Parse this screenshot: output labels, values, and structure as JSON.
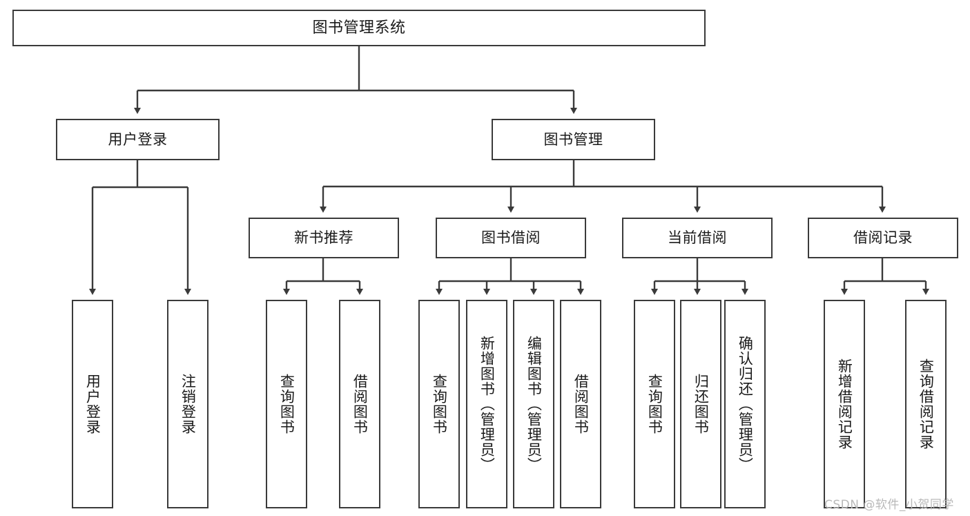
{
  "diagram": {
    "title": "图书管理系统",
    "type": "tree-flowchart",
    "watermark": "CSDN @软件_小贺同学",
    "colors": {
      "box_border": "#3a3a3a",
      "box_fill": "#ffffff",
      "edge": "#3a3a3a",
      "text": "#1a1a1a",
      "watermark": "#b9b9b9"
    },
    "nodes": {
      "root": {
        "label": "图书管理系统"
      },
      "level2": [
        {
          "id": "user-login",
          "label": "用户登录"
        },
        {
          "id": "book-manage",
          "label": "图书管理"
        }
      ],
      "level3": [
        {
          "id": "new-book-recommend",
          "label": "新书推荐"
        },
        {
          "id": "book-borrow",
          "label": "图书借阅"
        },
        {
          "id": "current-borrow",
          "label": "当前借阅"
        },
        {
          "id": "borrow-record",
          "label": "借阅记录"
        }
      ],
      "leaves": {
        "user_login": [
          {
            "id": "leaf-user-login",
            "label": "用户登录"
          },
          {
            "id": "leaf-logout-login",
            "label": "注销登录"
          }
        ],
        "new_book_recommend": [
          {
            "id": "leaf-query-book-1",
            "label": "查询图书"
          },
          {
            "id": "leaf-borrow-book-1",
            "label": "借阅图书"
          }
        ],
        "book_borrow": [
          {
            "id": "leaf-query-book-2",
            "label": "查询图书"
          },
          {
            "id": "leaf-add-book",
            "label": "新增图书（管理员）"
          },
          {
            "id": "leaf-edit-book",
            "label": "编辑图书（管理员）"
          },
          {
            "id": "leaf-borrow-book-2",
            "label": "借阅图书"
          }
        ],
        "current_borrow": [
          {
            "id": "leaf-query-book-3",
            "label": "查询图书"
          },
          {
            "id": "leaf-return-book",
            "label": "归还图书"
          },
          {
            "id": "leaf-confirm-return",
            "label": "确认归还（管理员）"
          }
        ],
        "borrow_record": [
          {
            "id": "leaf-add-record",
            "label": "新增借阅记录"
          },
          {
            "id": "leaf-query-record",
            "label": "查询借阅记录"
          }
        ]
      }
    }
  }
}
